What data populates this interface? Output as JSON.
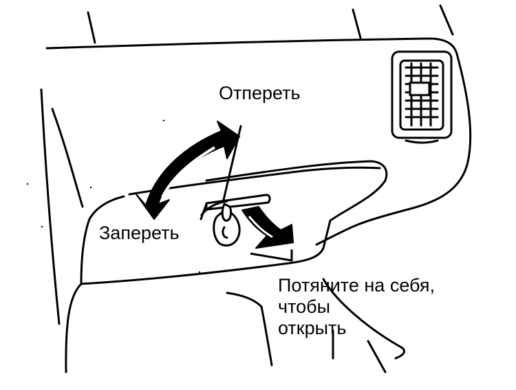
{
  "labels": {
    "unlock": "Отпереть",
    "lock": "Запереть",
    "pull_lines": [
      "Потяните на себя,",
      "чтобы",
      "открыть"
    ]
  },
  "colors": {
    "ink": "#000000",
    "paper": "#ffffff"
  }
}
